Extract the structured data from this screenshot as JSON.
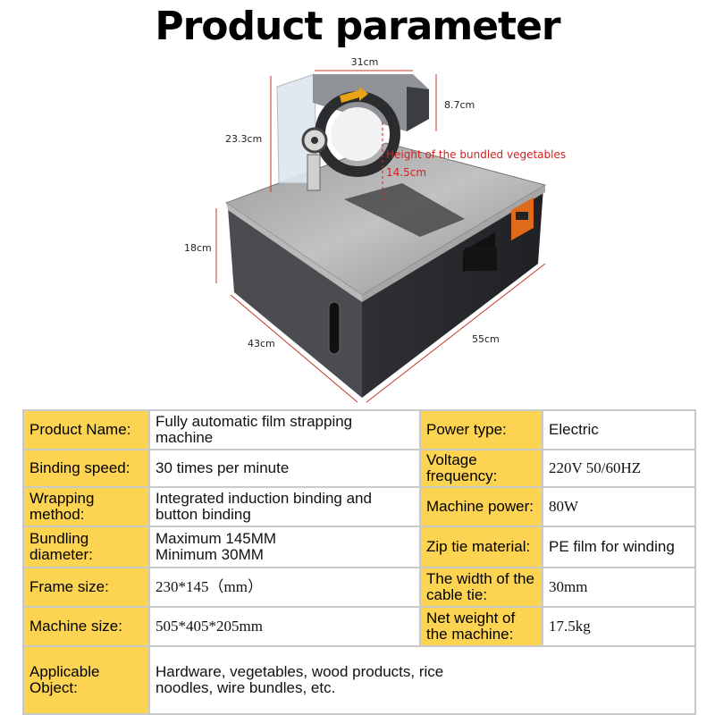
{
  "title": "Product parameter",
  "dimensions": {
    "width_top": "31cm",
    "head_height": "8.7cm",
    "arm_height": "23.3cm",
    "bundle_label": "Height of the bundled vegetables",
    "bundle_height": "14.5cm",
    "body_height": "18cm",
    "depth": "43cm",
    "length": "55cm"
  },
  "colors": {
    "label_bg": "#fdd352",
    "border": "#c9c9c9",
    "dim_line": "#c0392b"
  },
  "specs": {
    "product_name_label": "Product Name:",
    "product_name_value": "Fully automatic film strapping machine",
    "power_type_label": "Power type:",
    "power_type_value": "Electric",
    "binding_speed_label": "Binding speed:",
    "binding_speed_value": "30 times per minute",
    "voltage_label": "Voltage frequency:",
    "voltage_value": "220V 50/60HZ",
    "wrapping_label": "Wrapping method:",
    "wrapping_value": "Integrated induction binding and button binding",
    "machine_power_label": "Machine power:",
    "machine_power_value": "80W",
    "bundling_label": "Bundling diameter:",
    "bundling_value_max": "Maximum 145MM",
    "bundling_value_min": "Minimum 30MM",
    "zip_tie_label": "Zip tie material:",
    "zip_tie_value": "PE film for winding",
    "frame_size_label": "Frame size:",
    "frame_size_value": "230*145（mm）",
    "tie_width_label": "The width of the cable tie:",
    "tie_width_value": "30mm",
    "machine_size_label": "Machine size:",
    "machine_size_value": "505*405*205mm",
    "net_weight_label": "Net weight of the machine:",
    "net_weight_value": "17.5kg",
    "applicable_label": "Applicable Object:",
    "applicable_value": "Hardware, vegetables, wood products, rice noodles, wire bundles, etc."
  }
}
